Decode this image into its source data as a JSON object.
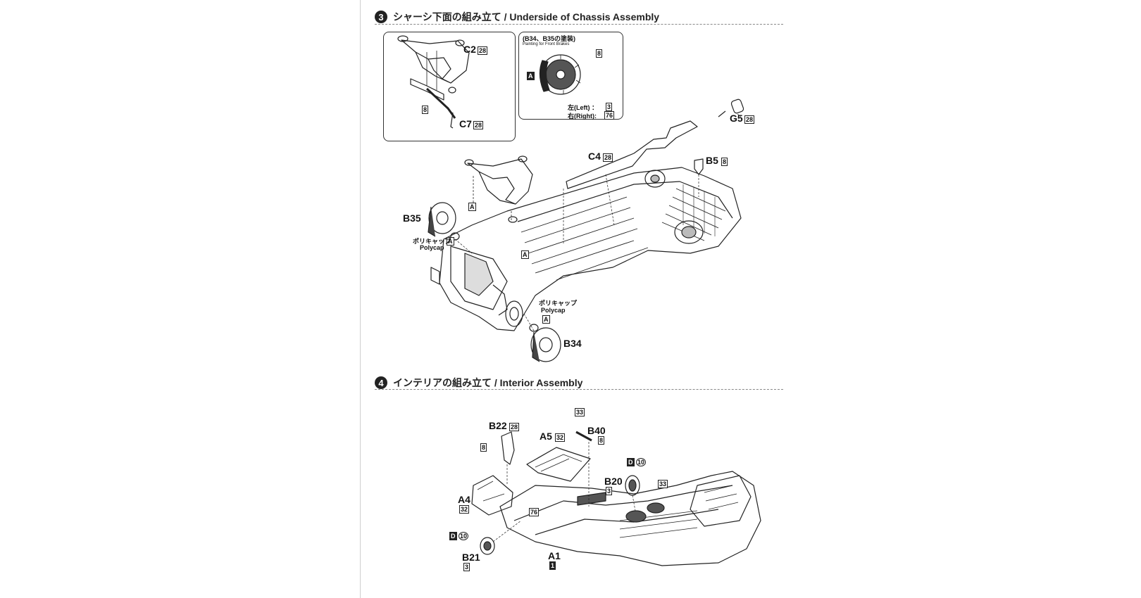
{
  "step3": {
    "number": "3",
    "title": "シャーシ下面の組み立て / Underside of Chassis Assembly",
    "inset_brake": {
      "title": "(B34、B35の塗装)",
      "subtitle": "Painting for Front Brakes",
      "color_a": "A",
      "color_8": "8",
      "left_label": "左(Left) ：",
      "left_code": "3",
      "right_label": "右(Right):",
      "right_code": "76"
    },
    "inset_arm": {
      "c2": "C2",
      "c2_code": "28",
      "c7": "C7",
      "c7_code": "28",
      "code_8": "8"
    },
    "labels": {
      "g5": "G5",
      "g5_code": "28",
      "c4": "C4",
      "c4_code": "28",
      "b5": "B5",
      "b5_code": "8",
      "b35": "B35",
      "b34": "B34",
      "polycap_jp_1": "ポリキャップ",
      "polycap_en_1": "Polycap",
      "polycap_jp_2": "ポリキャップ",
      "polycap_en_2": "Polycap",
      "a_badge": "A"
    }
  },
  "step4": {
    "number": "4",
    "title": "インテリアの組み立て / Interior Assembly",
    "labels": {
      "b22": "B22",
      "b22_code": "28",
      "code_8_a": "8",
      "a5": "A5",
      "a5_code": "32",
      "b40": "B40",
      "b40_code": "8",
      "b40_top": "33",
      "d_tag_1": "D",
      "d_tag_1_num": "10",
      "b20": "B20",
      "b20_code": "3",
      "code_33": "33",
      "a4": "A4",
      "a4_code": "32",
      "code_76": "76",
      "d_tag_2": "D",
      "d_tag_2_num": "10",
      "b21": "B21",
      "b21_code": "3",
      "a1": "A1",
      "a1_code": "1"
    }
  }
}
